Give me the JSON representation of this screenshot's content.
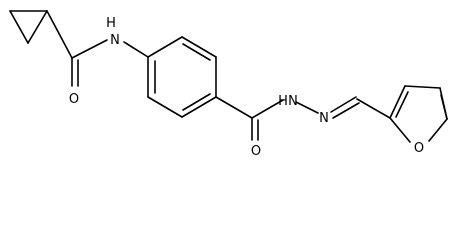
{
  "molecule": {
    "atom_labels": {
      "amide_nh": "H",
      "amide_n": "N",
      "amide_o": "O",
      "hydrazide_nh": "H",
      "hydrazide_n": "N",
      "hydrazide_o": "O",
      "imine_n": "N",
      "furan_o": "O"
    },
    "colors": {
      "bond": "#000000",
      "label": "#000000",
      "background": "#ffffff"
    }
  }
}
